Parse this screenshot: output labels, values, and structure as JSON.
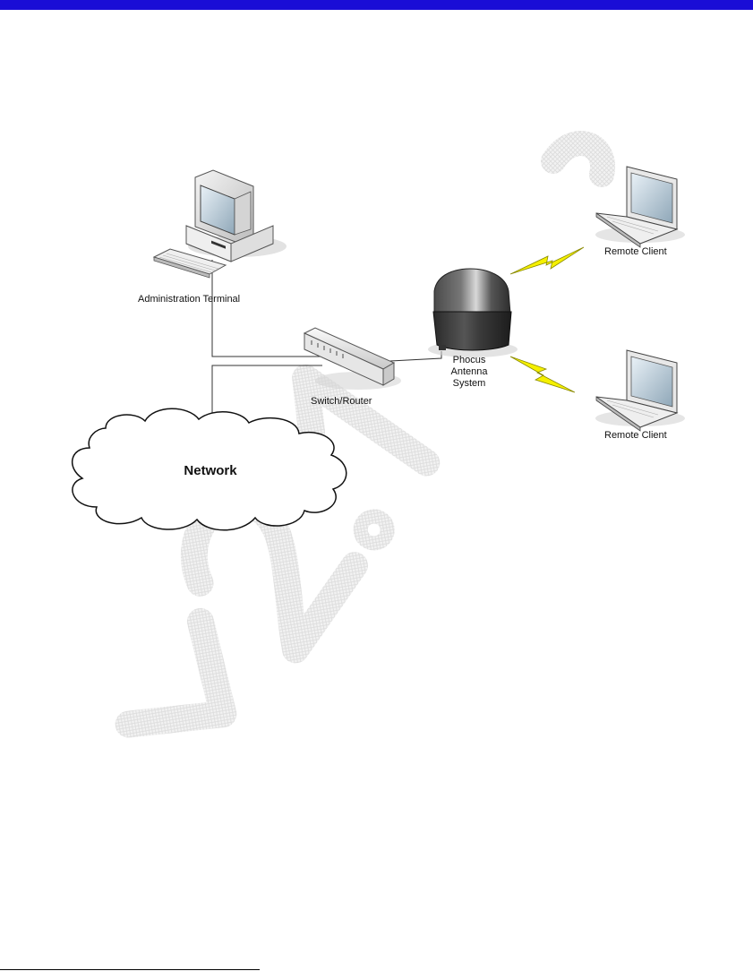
{
  "header_bar_color": "#1a0dd6",
  "watermark_text": "v2.1",
  "diagram": {
    "nodes": {
      "admin_terminal": "Administration  Terminal",
      "switch_router": "Switch/Router",
      "antenna_system": [
        "Phocus",
        "Antenna",
        "System"
      ],
      "remote_client_top": "Remote Client",
      "remote_client_bottom": "Remote Client",
      "network": "Network"
    },
    "link_icon": "lightning-bolt-icon",
    "link_color": "#f5f000"
  }
}
